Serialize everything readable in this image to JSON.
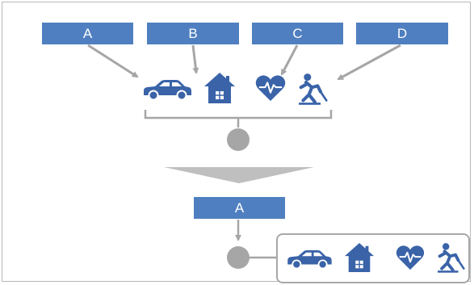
{
  "top_labels": [
    "A",
    "B",
    "C",
    "D"
  ],
  "selected_label": "A",
  "risk_icons": [
    "car-icon",
    "house-icon",
    "heart-icon",
    "slip-fall-icon"
  ],
  "colors": {
    "box_fill": "#4f7fc0",
    "box_text": "#ffffff",
    "icon": "#3a63a8",
    "connector": "#a6a6a6",
    "frame": "#b9b9b9"
  }
}
